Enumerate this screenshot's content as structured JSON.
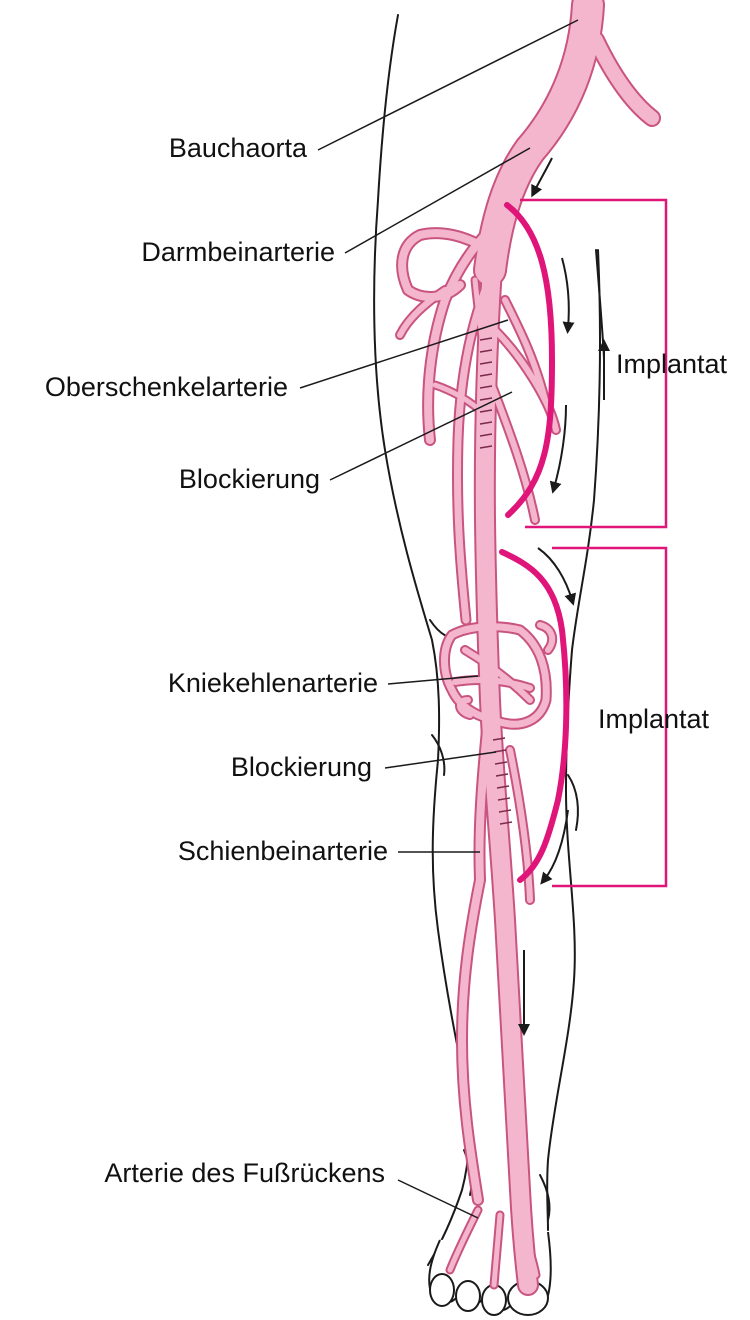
{
  "labels": {
    "bauchaorta": "Bauchaorta",
    "darmbeinarterie": "Darmbeinarterie",
    "oberschenkelarterie": "Oberschenkelarterie",
    "blockierung_1": "Blockierung",
    "kniekehlenarterie": "Kniekehlenarterie",
    "blockierung_2": "Blockierung",
    "schienbeinarterie": "Schienbeinarterie",
    "fussruecken": "Arterie des Fußrückens",
    "implantat_1": "Implantat",
    "implantat_2": "Implantat"
  },
  "colors": {
    "outline": "#1a1a1a",
    "artery_fill": "#f4b6cc",
    "artery_edge": "#c9547f",
    "graft": "#e0157a",
    "bracket": "#e0157a",
    "leader": "#1a1a1a"
  }
}
